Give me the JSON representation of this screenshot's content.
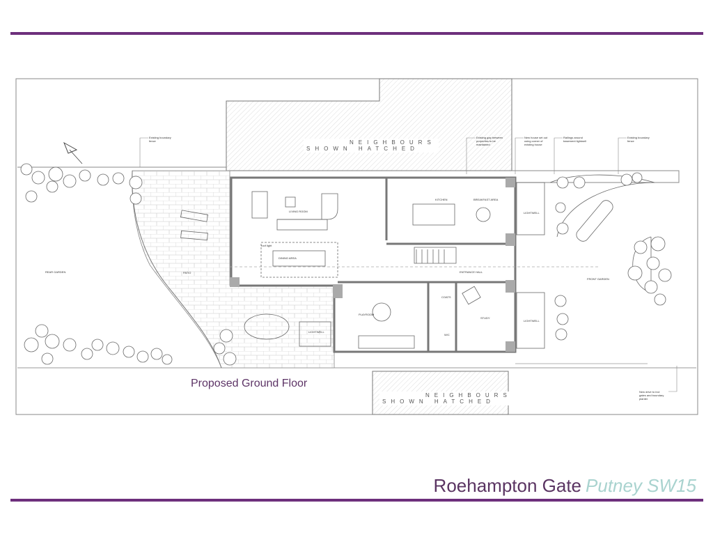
{
  "plan_title": "Proposed Ground Floor",
  "footer": {
    "name": "Roehampton Gate",
    "location": "Putney SW15"
  },
  "neighbours": {
    "line1": "NEIGHBOURS",
    "line2": "SHOWN HATCHED"
  },
  "rooms": {
    "living_room": "LIVING ROOM",
    "dining_area": "DINING AREA",
    "kitchen": "KITCHEN",
    "breakfast_area": "BREAKFAST AREA",
    "entrance_hall": "ENTRANCE HALL",
    "playroom": "PLAYROOM",
    "coats": "COATS",
    "wc": "W/C",
    "study": "STUDY",
    "lightwell": "LIGHTWELL",
    "rear_garden": "REAR GARDEN",
    "patio": "PATIO",
    "front_garden": "FRONT GARDEN",
    "roof_light": "roof light"
  },
  "notes": {
    "boundary_fence": "Existing boundary fence",
    "gap": "Existing gap between properties to be maintained",
    "new_house": "New house set out using corner of existing house",
    "railings": "Railings around basement lightwell",
    "boundary_fence_front": "Existing boundary fence",
    "drive": "New drive to incl gates and boundary planter"
  },
  "colors": {
    "accent": "#6d2f7c",
    "title": "#5a3462",
    "location": "#a9d3cf"
  }
}
